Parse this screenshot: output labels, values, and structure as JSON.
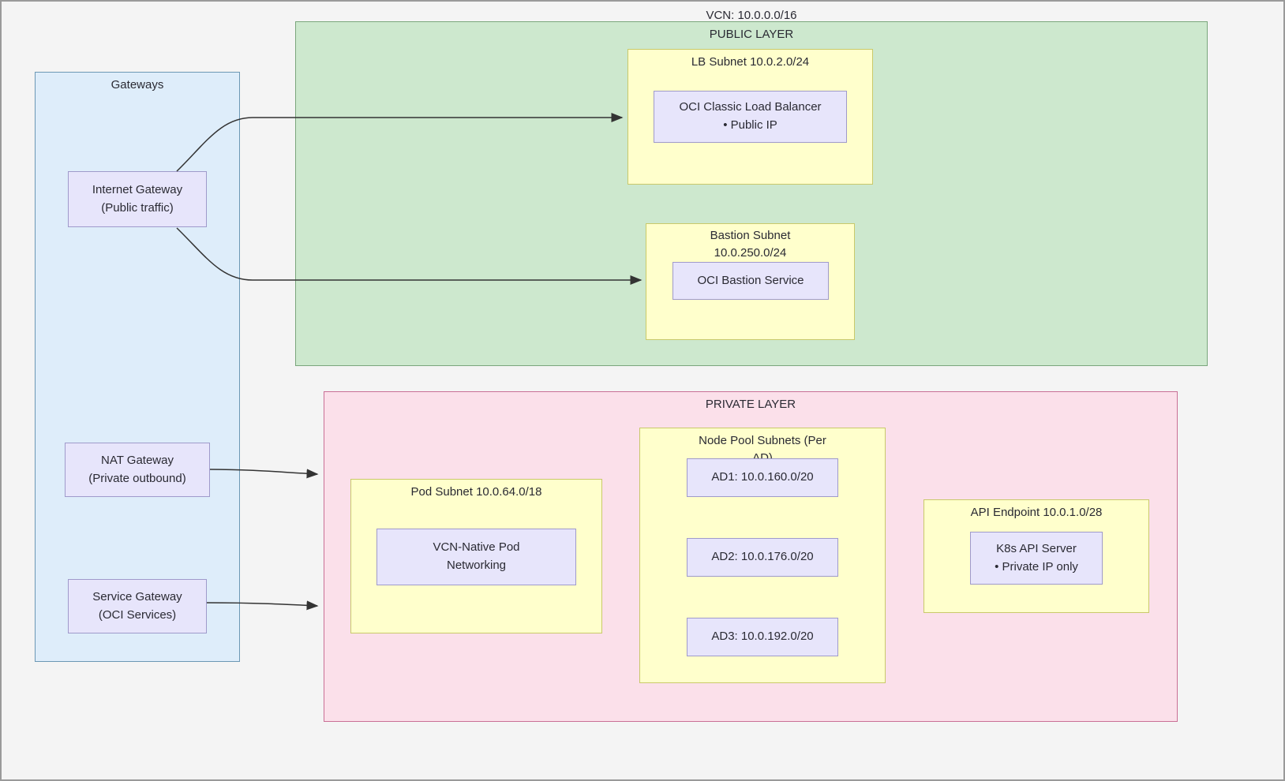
{
  "diagram": {
    "vcn_label": "VCN: 10.0.0.0/16",
    "gateways": {
      "title": "Gateways",
      "items": [
        {
          "line1": "Internet Gateway",
          "line2": "(Public traffic)"
        },
        {
          "line1": "NAT Gateway",
          "line2": "(Private outbound)"
        },
        {
          "line1": "Service Gateway",
          "line2": "(OCI Services)"
        }
      ]
    },
    "public_layer": {
      "title": "PUBLIC LAYER",
      "subnets": [
        {
          "title": "LB Subnet 10.0.2.0/24",
          "node": {
            "line1": "OCI Classic Load Balancer",
            "line2": "• Public IP"
          }
        },
        {
          "title": "Bastion Subnet 10.0.250.0/24",
          "node": {
            "line1": "OCI Bastion Service",
            "line2": ""
          }
        }
      ]
    },
    "private_layer": {
      "title": "PRIVATE LAYER",
      "subnets": [
        {
          "title": "Pod Subnet 10.0.64.0/18",
          "node": {
            "line1": "VCN-Native Pod",
            "line2": "Networking"
          }
        },
        {
          "title": "Node Pool Subnets (Per AD)",
          "nodes": [
            {
              "line1": "AD1: 10.0.160.0/20"
            },
            {
              "line1": "AD2: 10.0.176.0/20"
            },
            {
              "line1": "AD3: 10.0.192.0/20"
            }
          ]
        },
        {
          "title": "API Endpoint 10.0.1.0/28",
          "node": {
            "line1": "K8s API Server",
            "line2": "• Private IP only"
          }
        }
      ]
    },
    "colors": {
      "canvas_background": "#f4f4f4",
      "gateways_fill": "#deedfa",
      "gateways_stroke": "#6c98b5",
      "public_fill": "#cde8ce",
      "public_stroke": "#7aa67c",
      "private_fill": "#fbe0ea",
      "private_stroke": "#c96f96",
      "subnet_fill": "#ffffcc",
      "subnet_stroke": "#c9c96a",
      "node_fill": "#e7e5fb",
      "node_stroke": "#9f9acb",
      "edge_stroke": "#333333",
      "text": "#2a2a33"
    }
  }
}
